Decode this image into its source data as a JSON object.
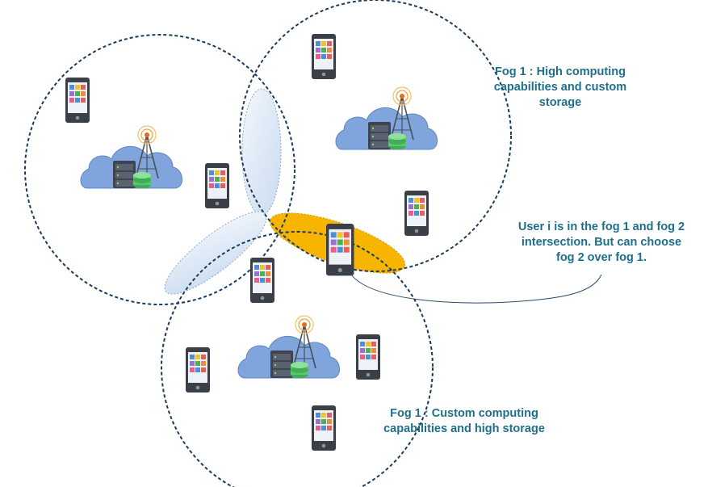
{
  "labels": {
    "fog_top": [
      "Fog 1 : High computing",
      "capabilities and custom",
      "storage"
    ],
    "fog_bottom": [
      "Fog 1 : Custom computing",
      "capabilities and high storage"
    ],
    "user_note": [
      "User i is in the fog 1 and fog 2",
      "intersection. But can choose",
      "fog 2 over fog 1."
    ]
  },
  "icons": {
    "fog_node": "cloud-server-antenna-icon",
    "device": "smartphone-icon",
    "highlighted_device": "smartphone-icon"
  },
  "colors": {
    "circle_stroke": "#1b3a5c",
    "overlap_fill": "#dbe7f5",
    "highlight_fill": "#f7b500",
    "cloud_fill": "#7fa5dc",
    "label_text": "#1f6f8b"
  }
}
